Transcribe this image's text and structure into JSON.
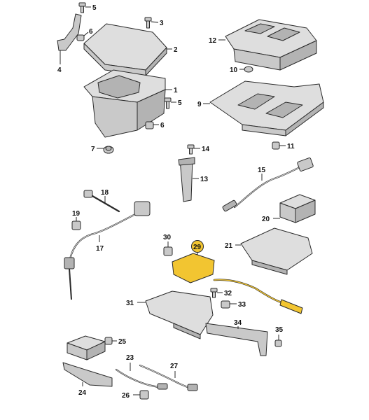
{
  "colors": {
    "highlight": "#f2c531",
    "part": "#c9c9c9",
    "outline": "#2a2a2a"
  },
  "callouts": [
    {
      "id": "5a",
      "text": "5"
    },
    {
      "id": "6a",
      "text": "6"
    },
    {
      "id": "3",
      "text": "3"
    },
    {
      "id": "2",
      "text": "2"
    },
    {
      "id": "4",
      "text": "4"
    },
    {
      "id": "1",
      "text": "1"
    },
    {
      "id": "5b",
      "text": "5"
    },
    {
      "id": "6b",
      "text": "6"
    },
    {
      "id": "7",
      "text": "7"
    },
    {
      "id": "12",
      "text": "12"
    },
    {
      "id": "10",
      "text": "10"
    },
    {
      "id": "9",
      "text": "9"
    },
    {
      "id": "11",
      "text": "11"
    },
    {
      "id": "14",
      "text": "14"
    },
    {
      "id": "13",
      "text": "13"
    },
    {
      "id": "15",
      "text": "15"
    },
    {
      "id": "18",
      "text": "18"
    },
    {
      "id": "19",
      "text": "19"
    },
    {
      "id": "17",
      "text": "17"
    },
    {
      "id": "20",
      "text": "20"
    },
    {
      "id": "21",
      "text": "21"
    },
    {
      "id": "30",
      "text": "30"
    },
    {
      "id": "29",
      "text": "29",
      "highlighted": true
    },
    {
      "id": "32",
      "text": "32"
    },
    {
      "id": "31",
      "text": "31"
    },
    {
      "id": "33",
      "text": "33"
    },
    {
      "id": "34",
      "text": "34"
    },
    {
      "id": "35",
      "text": "35"
    },
    {
      "id": "25",
      "text": "25"
    },
    {
      "id": "23",
      "text": "23"
    },
    {
      "id": "27",
      "text": "27"
    },
    {
      "id": "24",
      "text": "24"
    },
    {
      "id": "26",
      "text": "26"
    }
  ]
}
